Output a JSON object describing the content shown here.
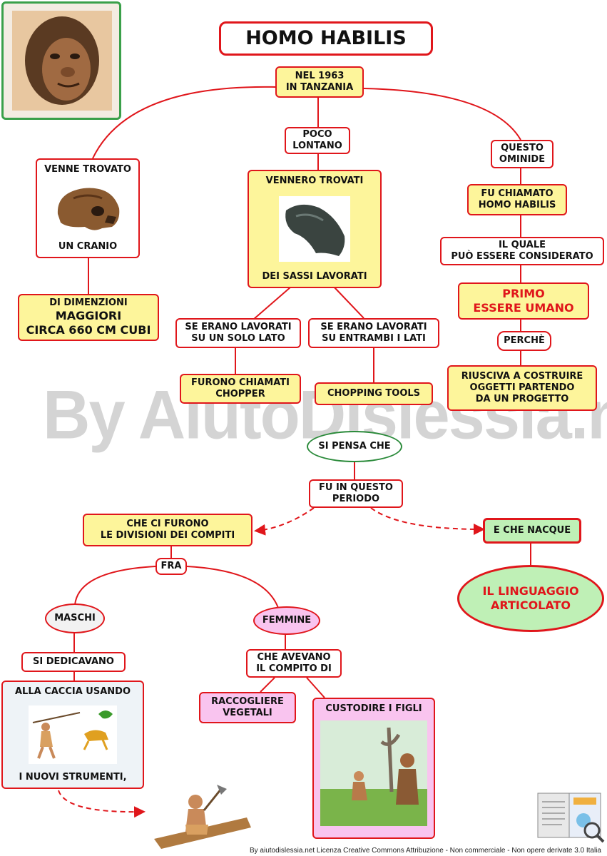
{
  "title": "HOMO HABILIS",
  "discovery": {
    "line1": "NEL 1963",
    "line2": "IN TANZANIA"
  },
  "left": {
    "found": "VENNE TROVATO",
    "skull": "UN CRANIO",
    "size_1": "DI DIMENZIONI",
    "size_2": "MAGGIORI",
    "size_3": "CIRCA 660 CM CUBI"
  },
  "center": {
    "near_1": "POCO",
    "near_2": "LONTANO",
    "found": "VENNERO TROVATI",
    "stones": "DEI SASSI LAVORATI",
    "one_side_1": "SE ERANO LAVORATI",
    "one_side_2": "SU UN SOLO LATO",
    "both_sides_1": "SE ERANO LAVORATI",
    "both_sides_2": "SU ENTRAMBI I LATI",
    "chopper_1": "FURONO CHIAMATI",
    "chopper_2": "CHOPPER",
    "chopping": "CHOPPING TOOLS"
  },
  "right": {
    "hominid_1": "QUESTO",
    "hominid_2": "OMINIDE",
    "named_1": "FU CHIAMATO",
    "named_2": "HOMO HABILIS",
    "which_1": "IL QUALE",
    "which_2": "PUÒ ESSERE CONSIDERATO",
    "first_1": "PRIMO",
    "first_2": "ESSERE  UMANO",
    "why": "PERCHÈ",
    "reason_1": "RIUSCIVA A COSTRUIRE",
    "reason_2": "OGGETTI PARTENDO",
    "reason_3": "DA UN PROGETTO"
  },
  "watermark": "By AiutoDislessia.net",
  "bottom": {
    "think": "SI PENSA CHE",
    "period_1": "FU IN QUESTO",
    "period_2": "PERIODO",
    "division_1": "CHE CI FURONO",
    "division_2": "LE DIVISIONI DEI COMPITI",
    "born": "E CHE NACQUE",
    "language_1": "IL LINGUAGGIO",
    "language_2": "ARTICOLATO",
    "among": "FRA",
    "males": "MASCHI",
    "females": "FEMMINE",
    "dedicated": "SI DEDICAVANO",
    "hunt": "ALLA CACCIA USANDO",
    "tools": "I NUOVI STRUMENTI,",
    "task_1": "CHE AVEVANO",
    "task_2": "IL COMPITO DI",
    "gather_1": "RACCOGLIERE",
    "gather_2": "VEGETALI",
    "children": "CUSTODIRE I FIGLI"
  },
  "footer": "By aiutodislessia.net Licenza Creative Commons Attribuzione - Non commerciale - Non opere derivate 3.0 Italia",
  "colors": {
    "border": "#e0161b",
    "yellow": "#fdf59b",
    "pink": "#f9c4ef",
    "green": "#bff0b6",
    "portrait_frame": "#3aa04a"
  }
}
